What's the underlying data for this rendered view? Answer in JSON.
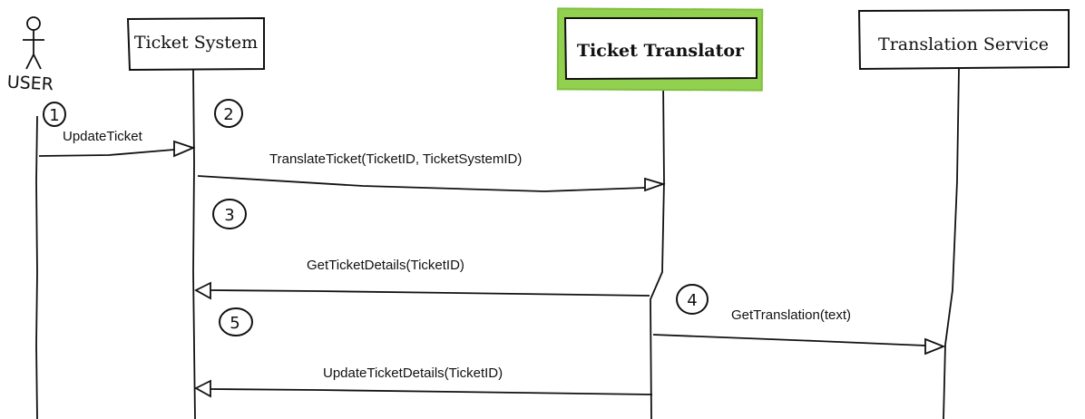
{
  "participants": [
    {
      "id": "user",
      "label": "USER",
      "kind": "actor"
    },
    {
      "id": "ticket_system",
      "label": "Ticket System",
      "kind": "box",
      "highlight": false
    },
    {
      "id": "ticket_translator",
      "label": "Ticket Translator",
      "kind": "box",
      "highlight": true
    },
    {
      "id": "translation_service",
      "label": "Translation Service",
      "kind": "box",
      "highlight": false
    }
  ],
  "highlight_color": "#92d050",
  "line_color": "#111111",
  "messages": [
    {
      "step": "1",
      "from": "user",
      "to": "ticket_system",
      "label": "UpdateTicket"
    },
    {
      "step": "2",
      "from": "ticket_system",
      "to": "ticket_translator",
      "label": "TranslateTicket(TicketID, TicketSystemID)"
    },
    {
      "step": "3",
      "from": "ticket_translator",
      "to": "ticket_system",
      "label": "GetTicketDetails(TicketID)"
    },
    {
      "step": "4",
      "from": "ticket_translator",
      "to": "translation_service",
      "label": "GetTranslation(text)"
    },
    {
      "step": "5",
      "from": "ticket_translator",
      "to": "ticket_system",
      "label": "UpdateTicketDetails(TicketID)"
    }
  ]
}
